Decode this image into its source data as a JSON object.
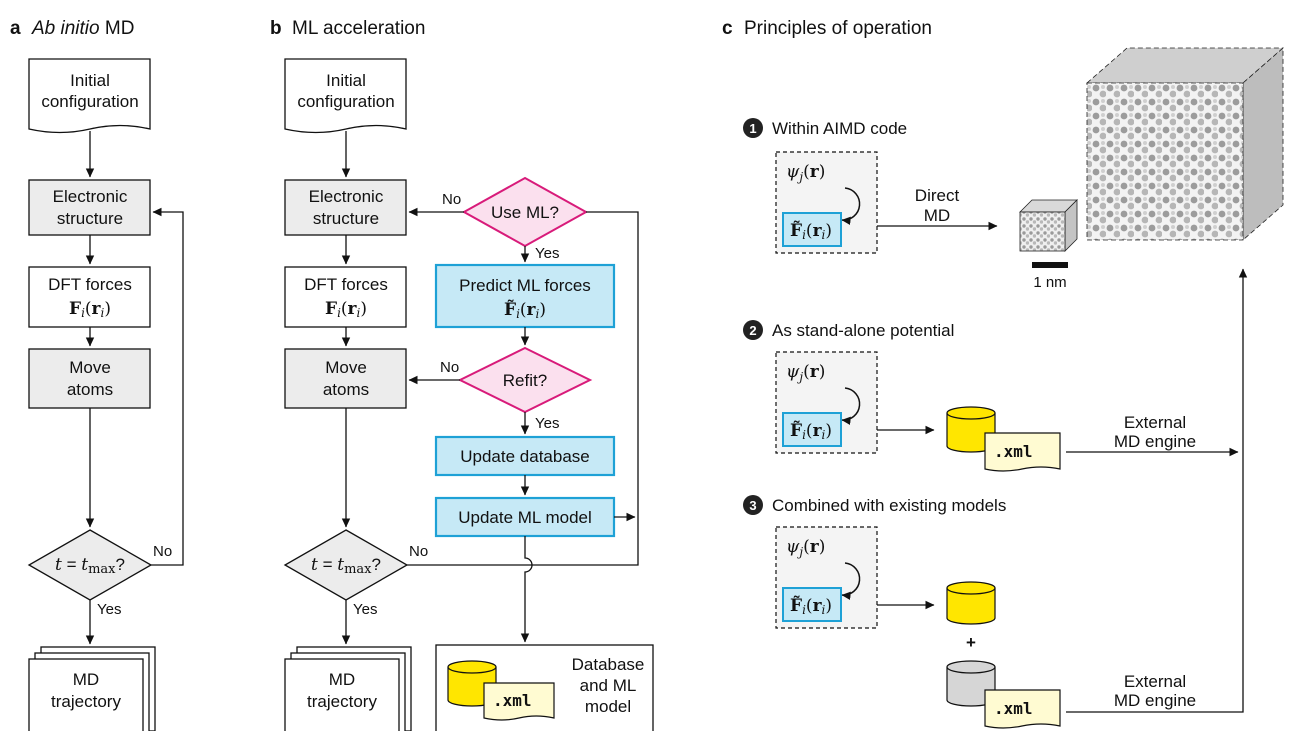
{
  "panel_a": {
    "letter": "a",
    "title": "Ab initio MD",
    "title_italic": "Ab initio",
    "title_rest": "MD",
    "initial": [
      "Initial",
      "configuration"
    ],
    "electronic": [
      "Electronic",
      "structure"
    ],
    "dft_title": "DFT forces",
    "dft_formula": "Fᵢ(rᵢ)",
    "move": [
      "Move",
      "atoms"
    ],
    "decision": "t = t_max?",
    "decision_t": "t",
    "decision_eq": " = ",
    "decision_tmax_base": "t",
    "decision_tmax_sub": "max",
    "decision_q": "?",
    "no": "No",
    "yes": "Yes",
    "trajectory": [
      "MD",
      "trajectory"
    ]
  },
  "panel_b": {
    "letter": "b",
    "title": "ML acceleration",
    "initial": [
      "Initial",
      "configuration"
    ],
    "electronic": [
      "Electronic",
      "structure"
    ],
    "dft_title": "DFT forces",
    "move": [
      "Move",
      "atoms"
    ],
    "use_ml": "Use ML?",
    "predict": "Predict ML forces",
    "refit": "Refit?",
    "update_db": "Update database",
    "update_ml": "Update ML model",
    "no": "No",
    "yes": "Yes",
    "trajectory": [
      "MD",
      "trajectory"
    ],
    "database_label": [
      "Database",
      "and ML",
      "model"
    ],
    "xml": ".xml"
  },
  "panel_c": {
    "letter": "c",
    "title": "Principles of operation",
    "items": [
      {
        "num": "1",
        "label": "Within AIMD code"
      },
      {
        "num": "2",
        "label": "As stand-alone potential"
      },
      {
        "num": "3",
        "label": "Combined with existing models"
      }
    ],
    "psi": "ψⱼ(r)",
    "direct_md": [
      "Direct",
      "MD"
    ],
    "scale_bar": "1 nm",
    "external": [
      "External",
      "MD engine"
    ],
    "plus": "+",
    "xml": ".xml"
  },
  "colors": {
    "gray_box": "#ececec",
    "ml_blue_fill": "#c6e9f6",
    "ml_blue_stroke": "#1ea1d6",
    "pink_fill": "#fbe0ee",
    "pink_stroke": "#d81b7a",
    "db_yellow": "#ffe600",
    "db_gray": "#d6d6d6",
    "xml_paper": "#fffbd2"
  }
}
